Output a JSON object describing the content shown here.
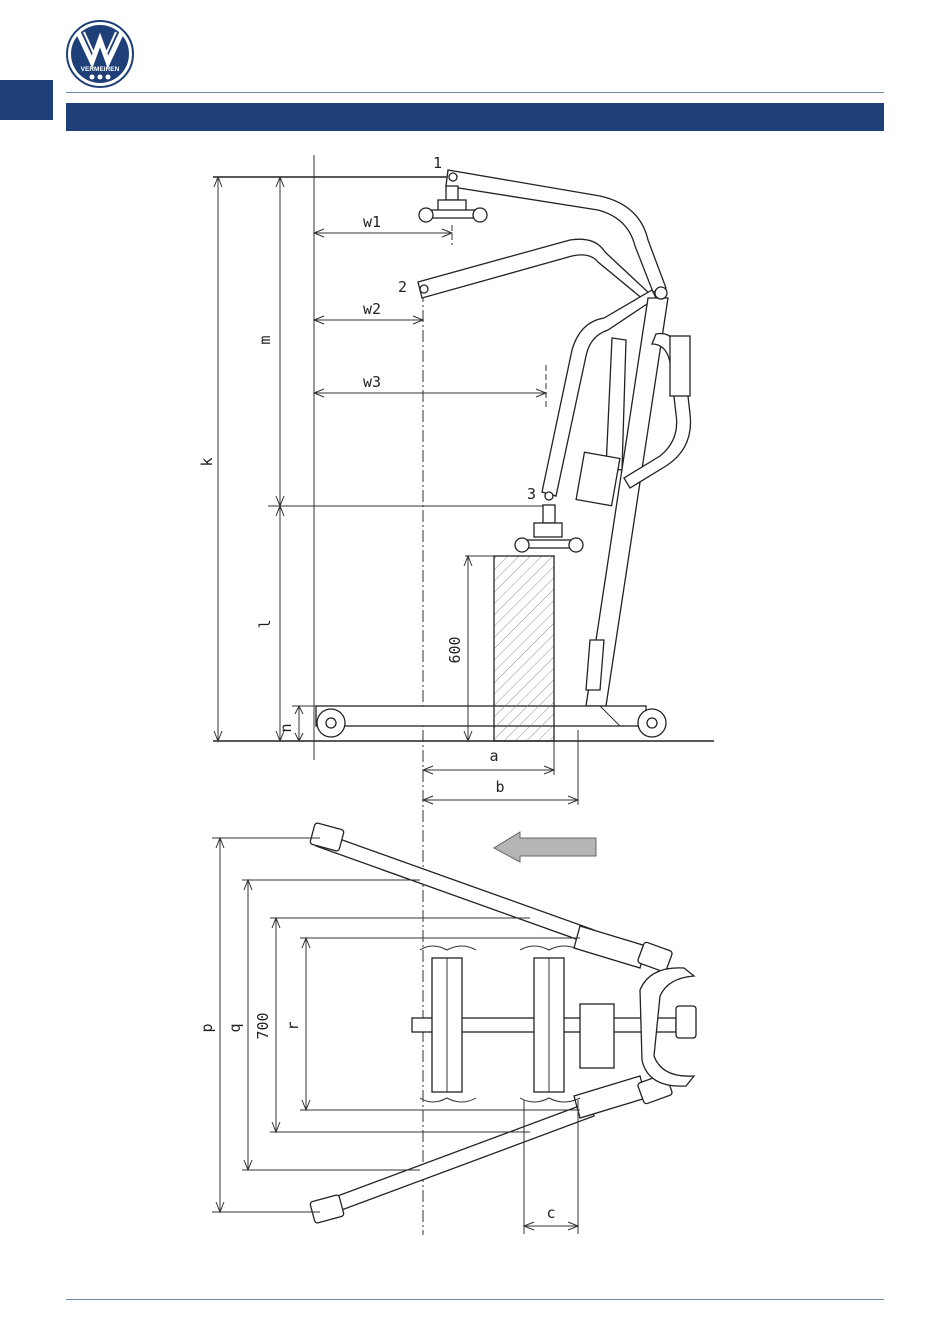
{
  "brand": {
    "logo_text": "VERMEIREN",
    "primary_color": "#1f3f78",
    "rule_color": "#6f86b0"
  },
  "header": {
    "title": ""
  },
  "side_view": {
    "point_labels": [
      "1",
      "2",
      "3"
    ],
    "dimension_labels": {
      "w1": "w1",
      "w2": "w2",
      "w3": "w3",
      "k": "k",
      "m": "m",
      "l": "l",
      "n": "n",
      "block_height": "600",
      "a": "a",
      "b": "b"
    }
  },
  "top_view": {
    "dimension_labels": {
      "p": "p",
      "q": "q",
      "width": "700",
      "r": "r",
      "c": "c"
    },
    "direction_arrow": "arrow-left-icon"
  }
}
